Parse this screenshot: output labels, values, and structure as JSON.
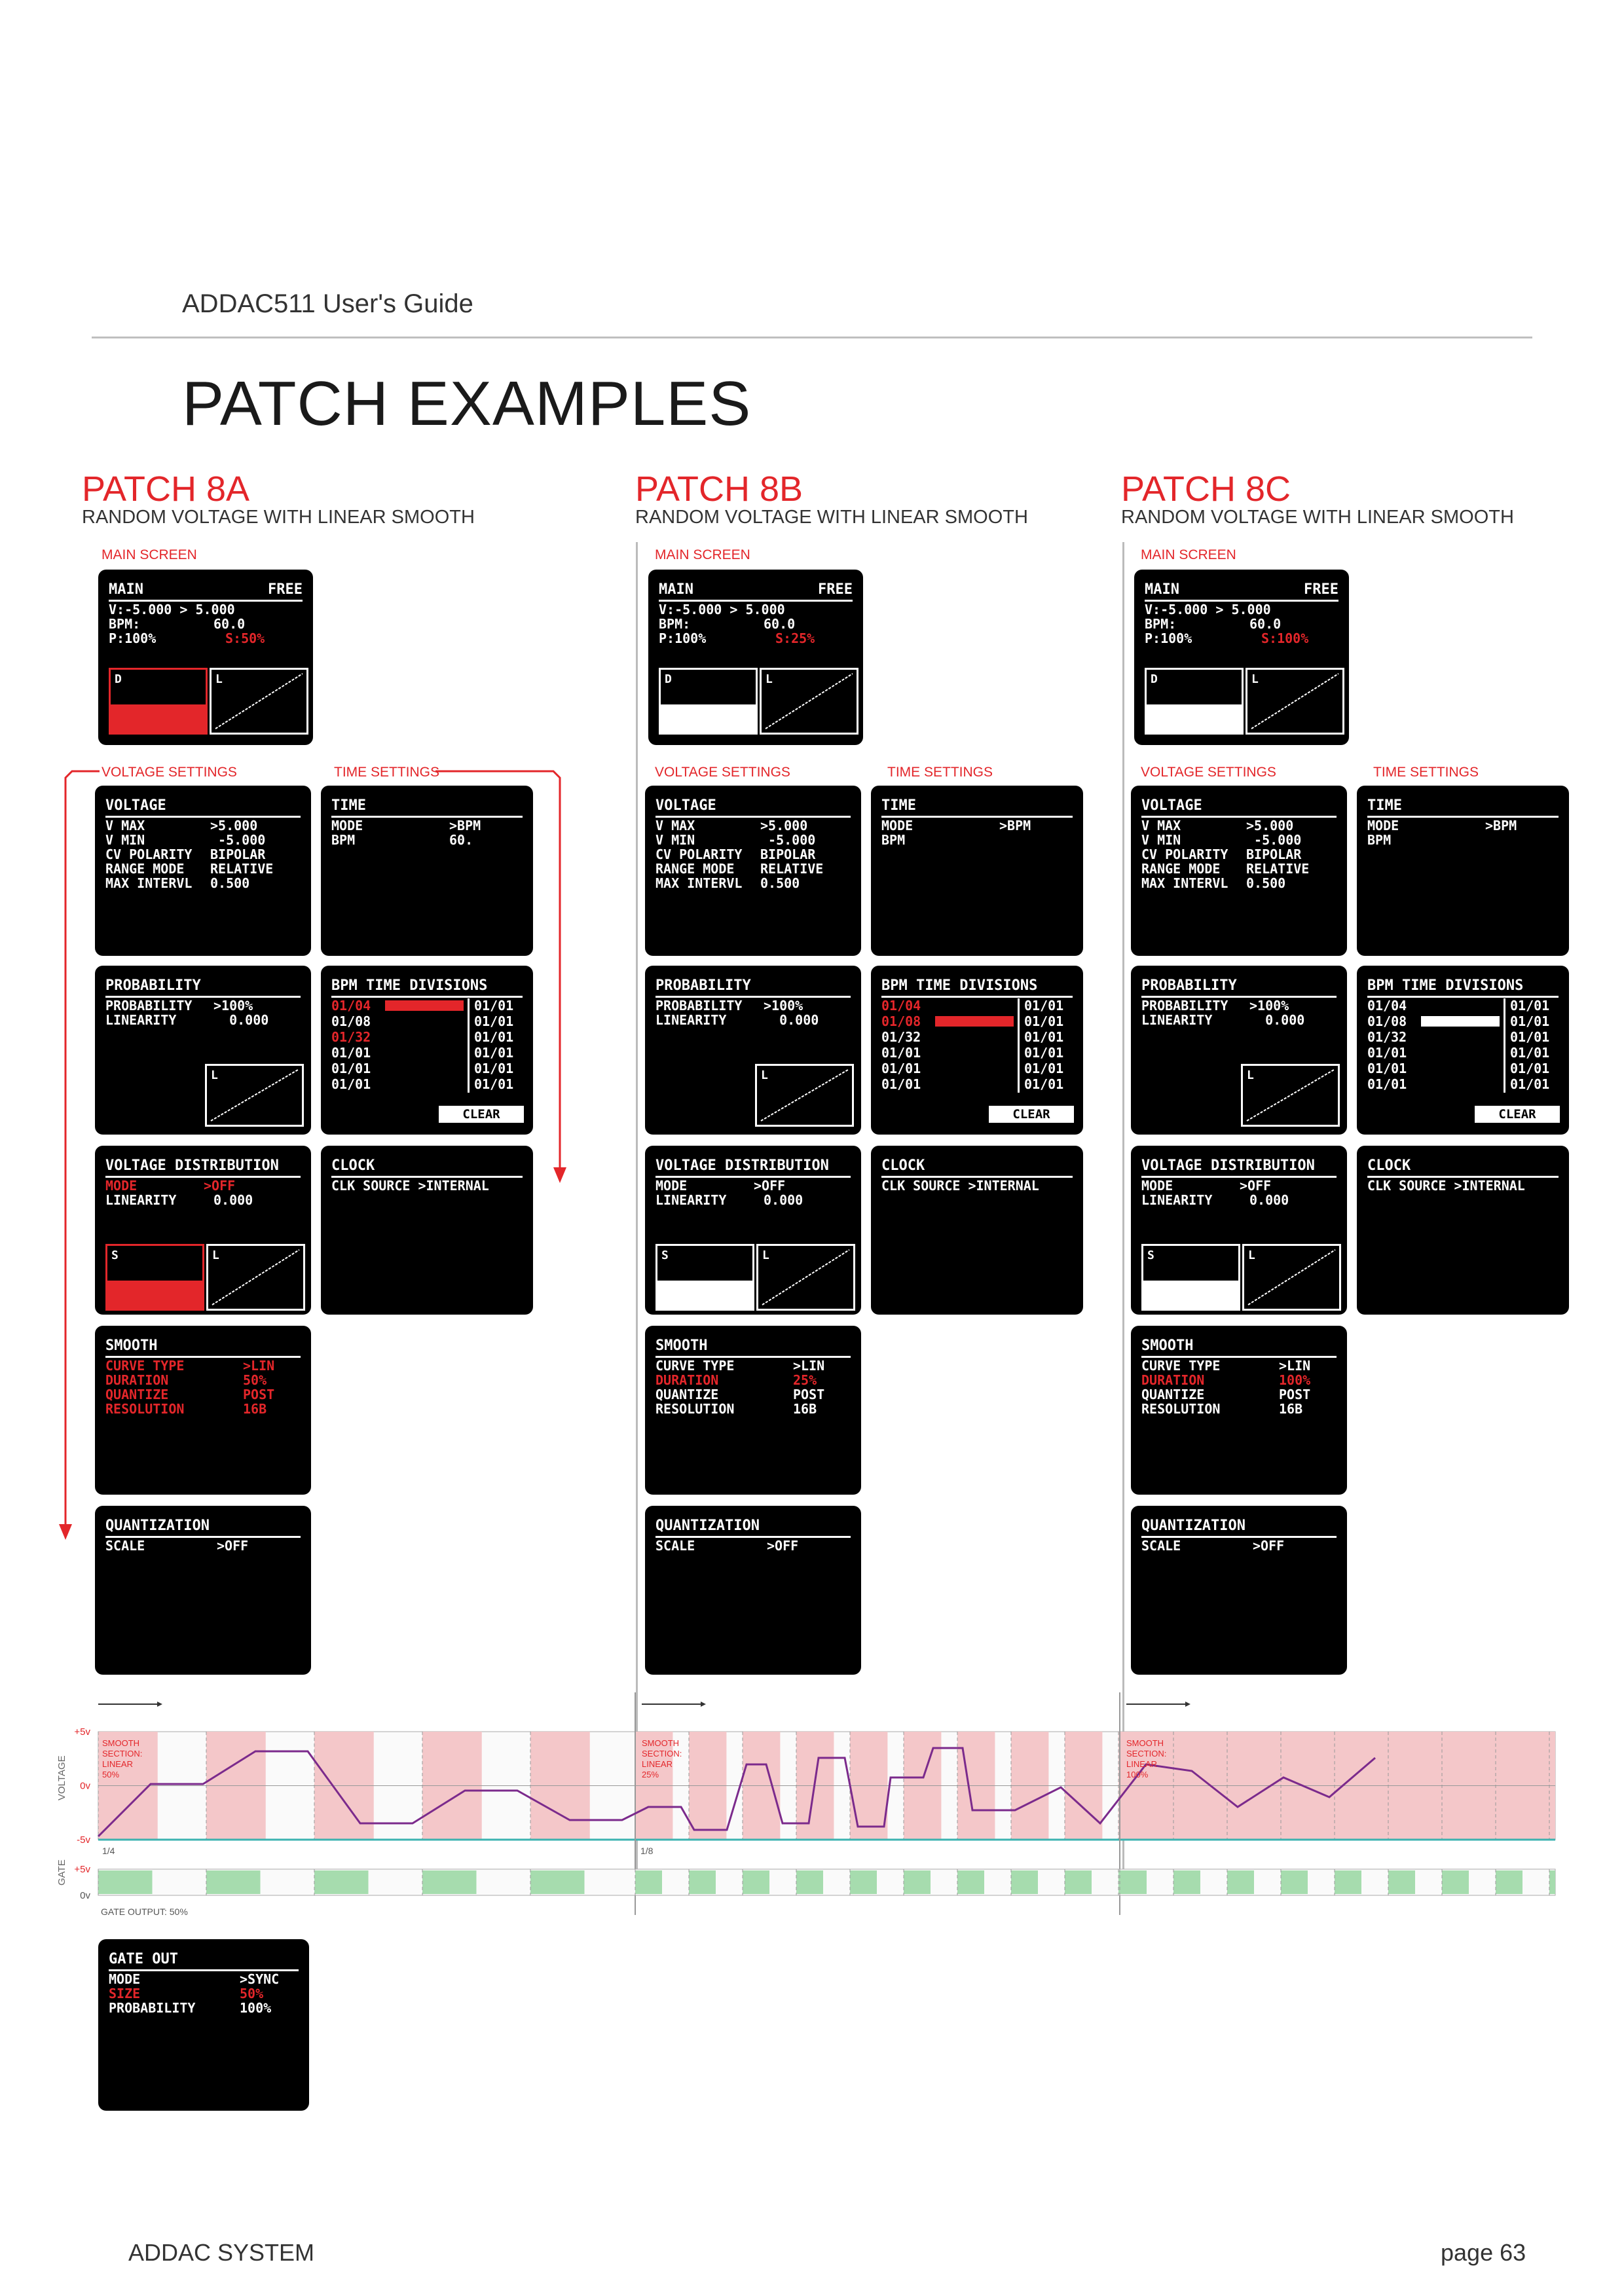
{
  "header": {
    "guide": "ADDAC511 User's Guide",
    "page_title": "PATCH EXAMPLES"
  },
  "footer": {
    "brand": "ADDAC SYSTEM",
    "page": "page 63"
  },
  "patches": [
    {
      "title": "PATCH 8A",
      "subtitle": "RANDOM VOLTAGE WITH LINEAR SMOOTH",
      "s_value": "S:50%",
      "smooth_duration": "50%"
    },
    {
      "title": "PATCH 8B",
      "subtitle": "RANDOM VOLTAGE WITH LINEAR SMOOTH",
      "s_value": "S:25%",
      "smooth_duration": "25%"
    },
    {
      "title": "PATCH 8C",
      "subtitle": "RANDOM VOLTAGE WITH LINEAR SMOOTH",
      "s_value": "S:100%",
      "smooth_duration": "100%"
    }
  ],
  "labels": {
    "main_screen": "MAIN SCREEN",
    "voltage_settings": "VOLTAGE SETTINGS",
    "time_settings": "TIME SETTINGS"
  },
  "screens": {
    "main": {
      "title": "MAIN",
      "free": "FREE",
      "v_range": "V:-5.000 > 5.000",
      "bpm_k": "BPM:",
      "bpm_v": "60.0",
      "p": "P:100%",
      "d": "D",
      "l": "L"
    },
    "voltage": {
      "title": "VOLTAGE",
      "rows": [
        [
          "V MAX",
          ">5.000"
        ],
        [
          "V MIN",
          " -5.000"
        ],
        [
          "CV POLARITY",
          "BIPOLAR"
        ],
        [
          "RANGE MODE",
          "RELATIVE"
        ],
        [
          "MAX INTERVL",
          "0.500"
        ]
      ]
    },
    "time": {
      "title": "TIME",
      "mode_k": "MODE",
      "mode_v": ">BPM",
      "bpm_k": "BPM",
      "bpm_v": "60."
    },
    "probability": {
      "title": "PROBABILITY",
      "rows": [
        [
          "PROBABILITY",
          ">100%"
        ],
        [
          "LINEARITY",
          "  0.000"
        ]
      ],
      "l": "L"
    },
    "bpm_div": {
      "title": "BPM TIME DIVISIONS",
      "left": [
        "01/04",
        "01/08",
        "01/32",
        "01/01",
        "01/01",
        "01/01"
      ],
      "right": [
        "01/01",
        "01/01",
        "01/01",
        "01/01",
        "01/01",
        "01/01"
      ],
      "clear": "CLEAR"
    },
    "vdist": {
      "title": "VOLTAGE DISTRIBUTION",
      "rows": [
        [
          "MODE",
          ">OFF"
        ],
        [
          "LINEARITY",
          "0.000"
        ]
      ],
      "s": "S",
      "l": "L"
    },
    "clock": {
      "title": "CLOCK",
      "row": "CLK SOURCE >INTERNAL"
    },
    "smooth": {
      "title": "SMOOTH",
      "rows": [
        [
          "CURVE TYPE",
          ">LIN"
        ],
        [
          "DURATION",
          ""
        ],
        [
          "QUANTIZE",
          "POST"
        ],
        [
          "RESOLUTION",
          "16B"
        ]
      ]
    },
    "quant": {
      "title": "QUANTIZATION",
      "rows": [
        [
          "SCALE",
          ">OFF"
        ]
      ]
    },
    "gate": {
      "title": "GATE OUT",
      "rows": [
        [
          "MODE",
          ">SYNC"
        ],
        [
          "SIZE",
          "50%"
        ],
        [
          "PROBABILITY",
          "100%"
        ]
      ]
    }
  },
  "timeline": {
    "voltage_axis": "VOLTAGE",
    "gate_axis": "GATE",
    "ticks": {
      "plus5": "+5v",
      "zero": "0v",
      "minus5": "-5v"
    },
    "div_labels": [
      "1/4",
      "1/8"
    ],
    "gate_output": "GATE OUTPUT: 50%",
    "smooth_notes": [
      [
        "SMOOTH",
        "SECTION:",
        "LINEAR",
        "50%"
      ],
      [
        "SMOOTH",
        "SECTION:",
        "LINEAR",
        "25%"
      ],
      [
        "SMOOTH",
        "SECTION:",
        "LINEAR",
        "100%"
      ]
    ],
    "colors": {
      "smooth_band": "#f4c7c9",
      "gate_on": "#a6dcae",
      "curve": "#7b2a8c",
      "baseline": "#3bb3b0"
    }
  }
}
